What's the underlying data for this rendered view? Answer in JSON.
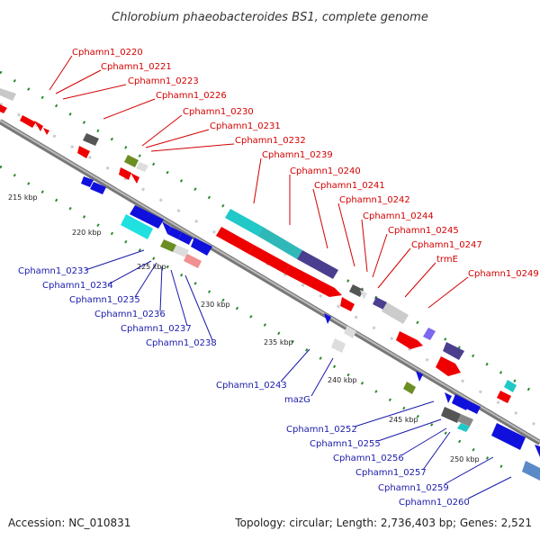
{
  "title": "Chlorobium phaeobacteroides BS1, complete genome",
  "footer": {
    "accession": "Accession: NC_010831",
    "info": "Topology: circular; Length: 2,736,403 bp; Genes: 2,521"
  },
  "ticks": [
    "215 kbp",
    "220 kbp",
    "225 kbp",
    "230 kbp",
    "235 kbp",
    "240 kbp",
    "245 kbp",
    "250 kbp"
  ],
  "top_labels": [
    "Cphamn1_0220",
    "Cphamn1_0221",
    "Cphamn1_0223",
    "Cphamn1_0226",
    "Cphamn1_0230",
    "Cphamn1_0231",
    "Cphamn1_0232",
    "Cphamn1_0239",
    "Cphamn1_0240",
    "Cphamn1_0241",
    "Cphamn1_0242",
    "Cphamn1_0244",
    "Cphamn1_0245",
    "Cphamn1_0247",
    "trmE",
    "Cphamn1_0249"
  ],
  "bottom_labels": [
    "Cphamn1_0233",
    "Cphamn1_0234",
    "Cphamn1_0235",
    "Cphamn1_0236",
    "Cphamn1_0237",
    "Cphamn1_0238",
    "Cphamn1_0243",
    "mazG",
    "Cphamn1_0252",
    "Cphamn1_0255",
    "Cphamn1_0256",
    "Cphamn1_0257",
    "Cphamn1_0259",
    "Cphamn1_0260"
  ],
  "colors": {
    "forward_label": "#d40000",
    "reverse_label": "#1a1aaa",
    "backbone": "#888888",
    "tick": "#228822"
  }
}
